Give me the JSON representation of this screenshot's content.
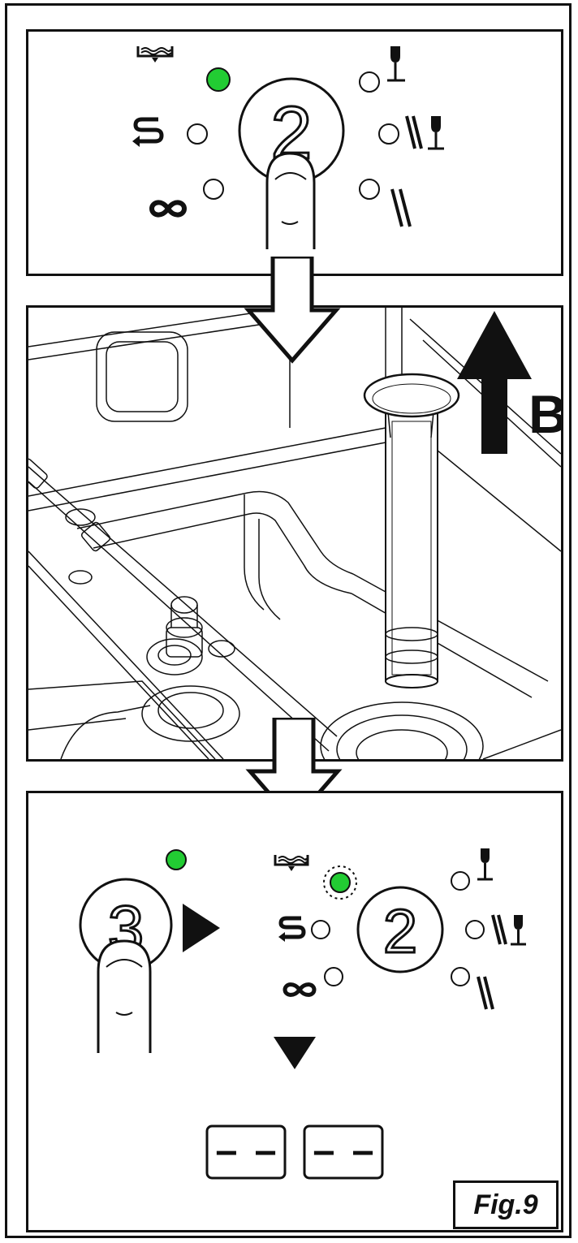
{
  "figure_label": "Fig.9",
  "arrow_label": "B",
  "panel_top": {
    "button_number": "2",
    "led_active_color": "#22cc33",
    "icons": [
      "water-fill-icon",
      "cycle-s-icon",
      "infinity-icon",
      "wine-glass-icon",
      "cutlery-glass-icon",
      "cutlery-icon"
    ]
  },
  "panel_bottom": {
    "left_button_number": "3",
    "right_button_number": "2",
    "led_active_color": "#22cc33",
    "display_left": "– –",
    "display_right": "– –"
  }
}
